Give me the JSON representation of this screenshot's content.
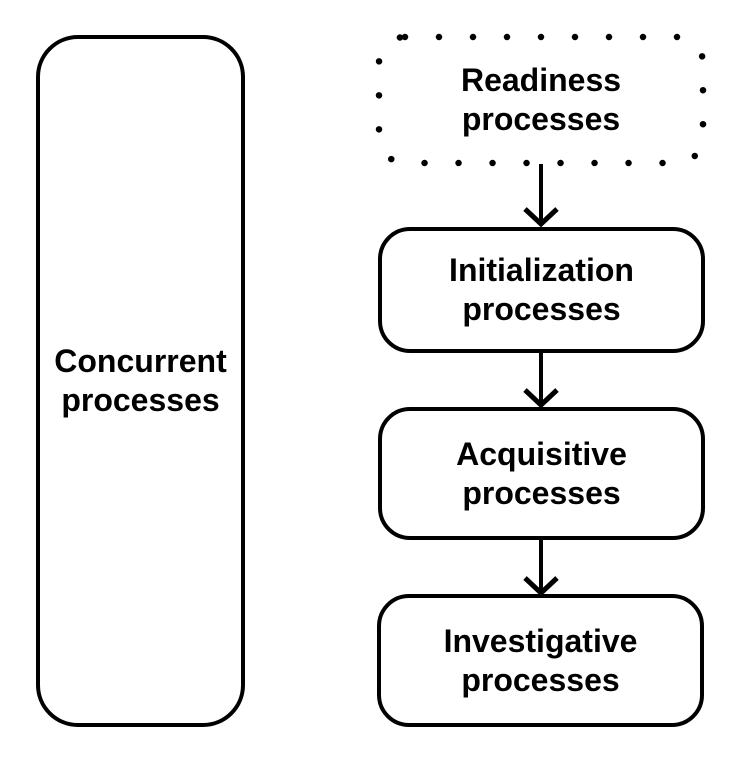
{
  "diagram": {
    "concurrent_box": {
      "label": "Concurrent\nprocesses"
    },
    "flow": {
      "boxes": [
        {
          "name": "readiness",
          "label": "Readiness\nprocesses",
          "border": "dotted"
        },
        {
          "name": "initialization",
          "label": "Initialization\nprocesses",
          "border": "solid"
        },
        {
          "name": "acquisitive",
          "label": "Acquisitive\nprocesses",
          "border": "solid"
        },
        {
          "name": "investigative",
          "label": "Investigative\nprocesses",
          "border": "solid"
        }
      ],
      "arrow_count": 3
    },
    "colors": {
      "stroke": "#000000",
      "background": "#ffffff",
      "text": "#000000"
    }
  }
}
